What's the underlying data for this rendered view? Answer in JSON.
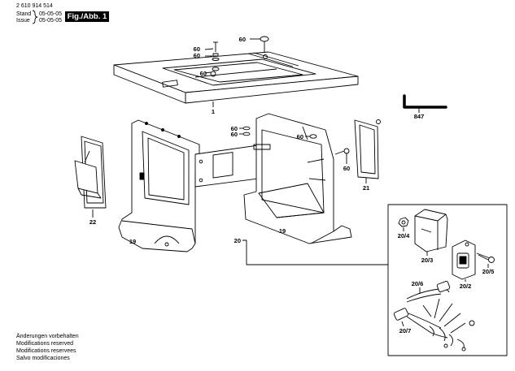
{
  "header": {
    "part_number": "2 610 914 514",
    "stand_label": "Stand",
    "stand_value": "05-05-05",
    "issue_label": "Issue",
    "issue_value": "05-05-05",
    "figure_label": "Fig./Abb. 1"
  },
  "callouts": {
    "c60_a": "60",
    "c60_b": "60",
    "c60_c": "60",
    "c60_d": "60",
    "c60_e": "60",
    "c60_f": "60",
    "c60_g": "60",
    "c60_h": "60",
    "c1": "1",
    "c847": "847",
    "c22": "22",
    "c19_a": "19",
    "c19_b": "19",
    "c21": "21",
    "c20": "20",
    "c20_4": "20/4",
    "c20_3": "20/3",
    "c20_2": "20/2",
    "c20_5": "20/5",
    "c20_6": "20/6",
    "c20_7": "20/7"
  },
  "footer": {
    "line1": "Änderungen vorbehalten",
    "line2": "Modifications reserved",
    "line3": "Modifications reservees",
    "line4": "Salvo modificaciones"
  }
}
